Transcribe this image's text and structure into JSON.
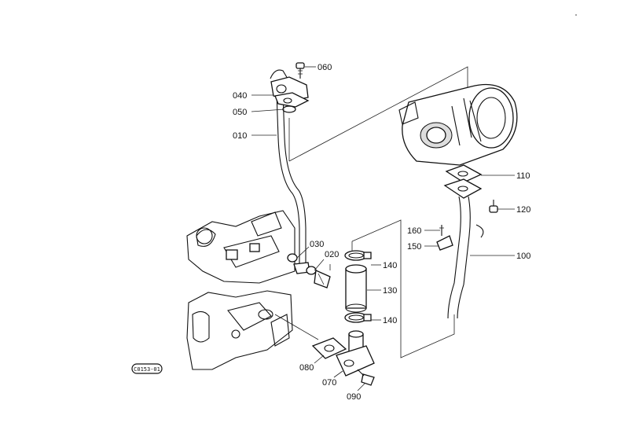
{
  "callouts": {
    "p010": "010",
    "p020": "020",
    "p030": "030",
    "p040": "040",
    "p050": "050",
    "p060": "060",
    "p070": "070",
    "p080": "080",
    "p090": "090",
    "p100": "100",
    "p110": "110",
    "p120": "120",
    "p130": "130",
    "p140a": "140",
    "p140b": "140",
    "p150": "150",
    "p160": "160"
  },
  "figure_code": "C0153-01"
}
